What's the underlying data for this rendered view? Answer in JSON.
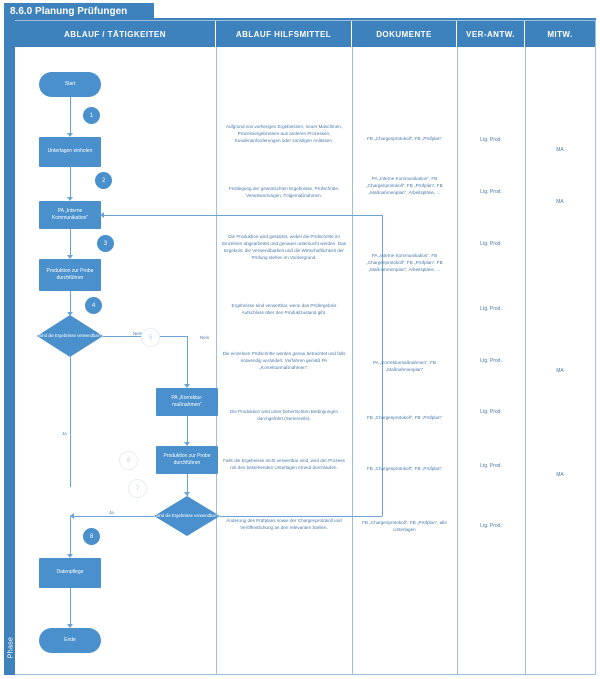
{
  "document": {
    "title": "8.6.0 Planung Prüfungen",
    "phase_label": "Phase",
    "accent_color": "#3e82bd",
    "node_color": "#4a90cc",
    "line_color": "#6ba3d6",
    "text_color": "#4a79a8"
  },
  "columns": [
    {
      "key": "ablauf",
      "label": "ABLAUF / TÄTIGKEITEN"
    },
    {
      "key": "hilfsmittel",
      "label": "ABLAUF HILFSMITTEL"
    },
    {
      "key": "dokumente",
      "label": "DOKUMENTE"
    },
    {
      "key": "verantw",
      "label": "VER-ANTW."
    },
    {
      "key": "mitw",
      "label": "MITW."
    }
  ],
  "flow": {
    "start_label": "Start",
    "end_label": "Ende",
    "nodes": [
      {
        "id": "n1",
        "step": "1",
        "type": "process",
        "label": "Unterlagen einholen"
      },
      {
        "id": "n2",
        "step": "2",
        "type": "process",
        "label": "PA „Interne Kommunikation“"
      },
      {
        "id": "n3",
        "step": "3",
        "type": "process",
        "label": "Produktion zur Probe durchführen"
      },
      {
        "id": "n4",
        "step": "4",
        "type": "decision",
        "label": "Sind die Ergebnisse verwendbar?"
      },
      {
        "id": "n5",
        "step": "5",
        "type": "process",
        "label": "PA „Korrektur­maßnahmen“"
      },
      {
        "id": "n6",
        "step": "6",
        "type": "process",
        "label": "Produktion zur Probe durchführen"
      },
      {
        "id": "n7",
        "step": "7",
        "type": "decision",
        "label": "Sind die Ergebnisse verwendbar?"
      },
      {
        "id": "n8",
        "step": "8",
        "type": "process",
        "label": "Datenpflege"
      }
    ],
    "edge_labels": {
      "n4_no": "Nein",
      "n4_yes": "Ja",
      "n7_no": "Nein",
      "n7_yes": "Ja",
      "loop_no": "Nein"
    }
  },
  "rows": [
    {
      "hilfsmittel": "Aufgrund von vorherigen Ergebnissen, neuer Maschinen, Prozessergebnissen aus anderen Prozessen, Kundenanforderungen oder sonstigen Anlässen.",
      "dokumente": "FB „Chargenprotokoll“, FB „Prüfplan“",
      "verantw": "Ltg. Prod.",
      "mitw": "MA"
    },
    {
      "hilfsmittel": "Festlegung der gewünschten Ergebnisse, Prüfschritte, Verantwortungen, Folgemaßnahmen.",
      "dokumente": "PA „Interne Kommunikation“, FB „Chargenprotokoll“, FB „Prüfplan“, FB „Maßnahmenplan“, Arbeitspläne, ...",
      "verantw": "Ltg. Prod.",
      "mitw": "MA"
    },
    {
      "hilfsmittel": "Die Produktion wird gestartet, wobei die Prüfschritte im Einzelnen abgearbeitet und genauer untersucht werden. Das Ergebnis, die Verwendbarkeit und die Wirtschaftlichkeit der Prüfung stehen im Vordergrund.",
      "dokumente": "PA „Interne Kommunikation“, FB „Chargenprotokoll“, FB „Prüfplan“, FB „Maßnahmenplan“, Arbeitspläne, ...",
      "verantw": "Ltg. Prod.",
      "mitw": ""
    },
    {
      "hilfsmittel": "Ergebnisse sind verwertbar, wenn das Prüfergebnis Aufschluss über den Produktzustand gibt.",
      "dokumente": "",
      "verantw": "Ltg. Prod.",
      "mitw": ""
    },
    {
      "hilfsmittel": "Die einzelnen Prüfschritte werden genau betrachtet und falls notwendig verändert. Verfahren gemäß PA „Korrekturmaßnahmen“.",
      "dokumente": "PA „Korrekturmaß­nahmen“, FB „Maßnahmenplan“",
      "verantw": "Ltg. Prod.",
      "mitw": "MA"
    },
    {
      "hilfsmittel": "Die Produktion wird unter beherrschten Bedingungen durchgeführt (Serienreife).",
      "dokumente": "FB „Chargenprotokoll“, FB „Prüfplan“",
      "verantw": "Ltg. Prod.",
      "mitw": ""
    },
    {
      "hilfsmittel": "Falls die Ergebnisse nicht verwertbar sind, wird der Prozess mit den bestehenden Unterlagen erneut durchlaufen.",
      "dokumente": "FB „Chargenprotokoll“, FB „Prüfplan“",
      "verantw": "Ltg. Prod.",
      "mitw": "MA"
    },
    {
      "hilfsmittel": "Änderung des Prüfplans sowie der Chargenprotokoll und Veröffentlichung an den relevanten Stellen.",
      "dokumente": "FB „Chargenprotokoll“, FB „Prüfplan“, alle Unterlagen",
      "verantw": "Ltg. Prod.",
      "mitw": ""
    }
  ]
}
